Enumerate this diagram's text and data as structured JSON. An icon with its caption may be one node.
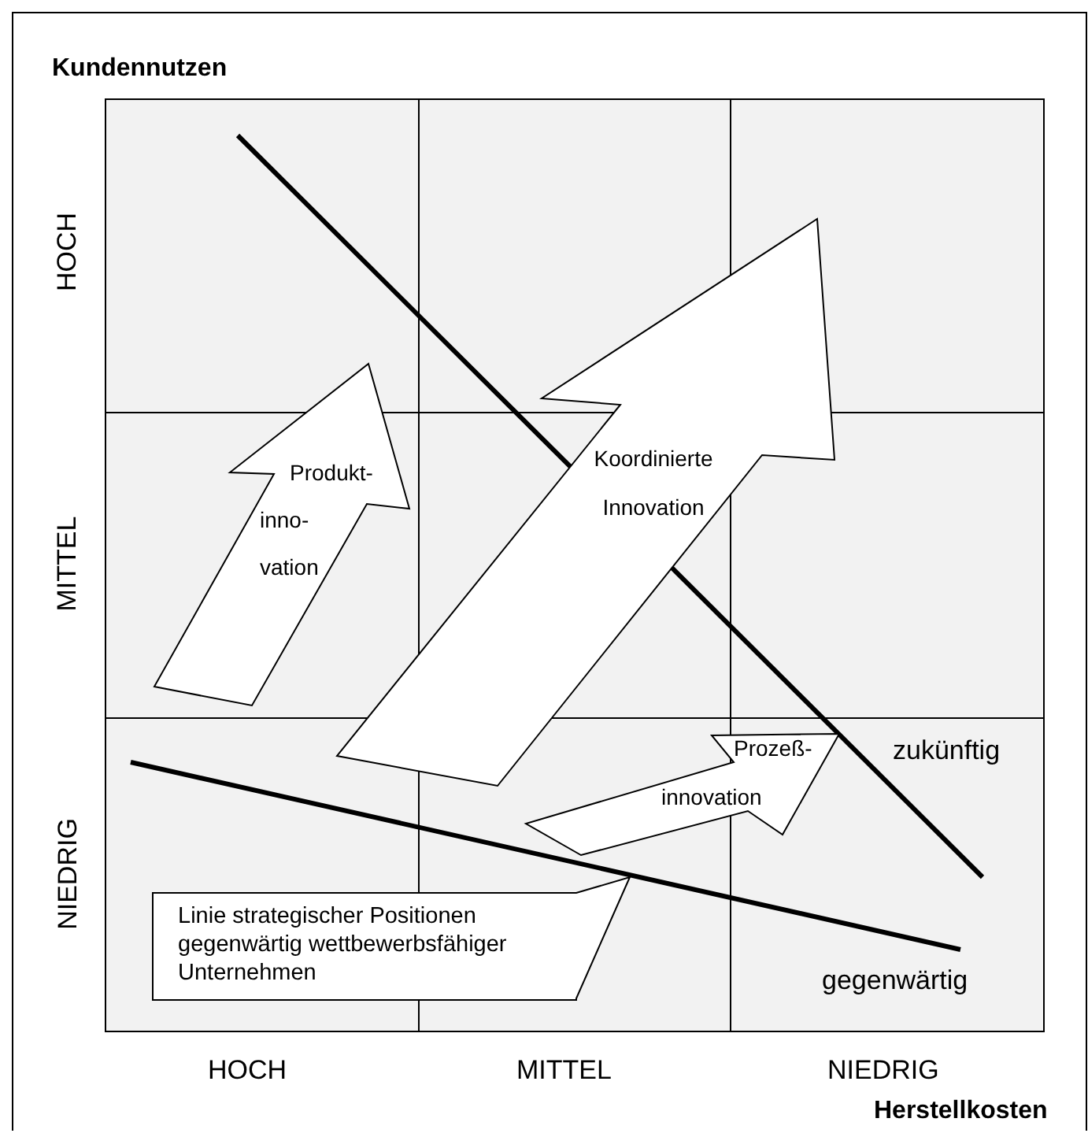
{
  "diagram": {
    "nodes": [
      {
        "text": [
          "Produkt- inno- vation"
        ]
      },
      {
        "text": [
          "Koordinierte Innovation"
        ]
      },
      {
        "text": [
          "Prozeß- innovation"
        ]
      },
      {
        "text": [
          "Linie strategischer Positionen gegenwärtig wettbewerbsfähiger Unternehmen"
        ]
      }
    ],
    "labels": [
      "Kundennutzen",
      "HOCH",
      "MITTEL",
      "zukünftig",
      "NIEDRIG",
      "gegenwärtig",
      "HOCH",
      "MITTEL",
      "NIEDRIG",
      "Herstellkosten"
    ]
  }
}
